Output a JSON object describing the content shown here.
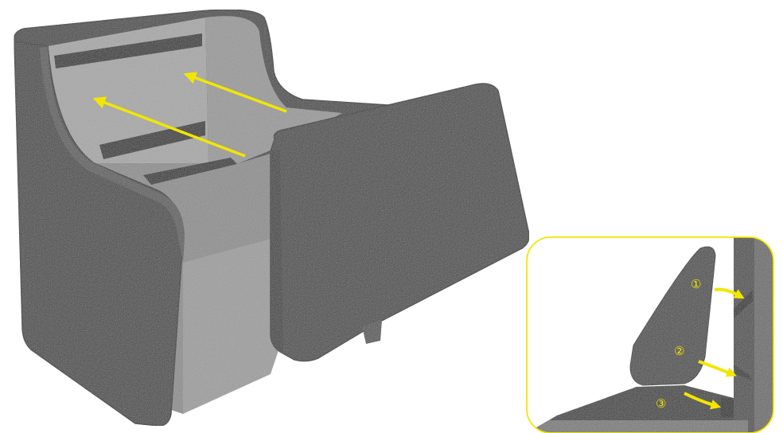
{
  "colors": {
    "background": "#ffffff",
    "fabric_dark": "#464646",
    "fabric_dark_shade": "#363636",
    "fabric_light": "#a9a9a9",
    "fabric_light_shade": "#8f8f8f",
    "slot": "#2a2a2a",
    "arrow": "#f2e600",
    "inset_border": "#f2e600"
  },
  "inset": {
    "steps": [
      {
        "label": "①"
      },
      {
        "label": "②"
      },
      {
        "label": "③"
      }
    ]
  }
}
